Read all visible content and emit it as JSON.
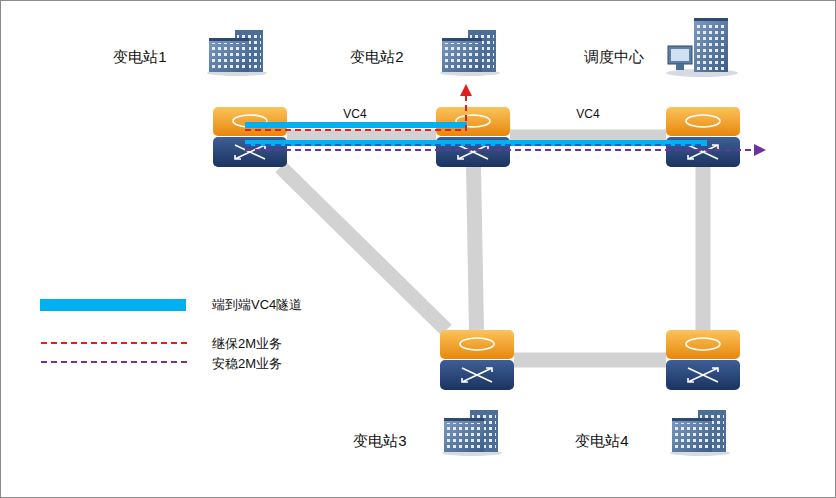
{
  "diagram": {
    "nodes": [
      {
        "text": [
          "变电站1"
        ]
      },
      {
        "text": [
          "变电站2"
        ]
      },
      {
        "text": [
          "调度中心"
        ]
      },
      {
        "text": [
          "变电站3"
        ]
      },
      {
        "text": [
          "变电站4"
        ]
      }
    ],
    "edges": [
      {
        "from": 0,
        "to": 1,
        "arrow": "none"
      },
      {
        "from": 1,
        "to": 2,
        "arrow": "none"
      },
      {
        "from": 0,
        "to": 3,
        "arrow": "none"
      },
      {
        "from": 1,
        "to": 3,
        "arrow": "none"
      },
      {
        "from": 2,
        "to": 4,
        "arrow": "none"
      },
      {
        "from": 3,
        "to": 4,
        "arrow": "none"
      }
    ],
    "labels": [
      "VC4",
      "VC4"
    ],
    "legend": [
      {
        "text": "端到端VC4隧道",
        "color": "#00b0f0"
      },
      {
        "text": "继保2M业务"
      },
      {
        "text": "安稳2M业务"
      }
    ]
  }
}
